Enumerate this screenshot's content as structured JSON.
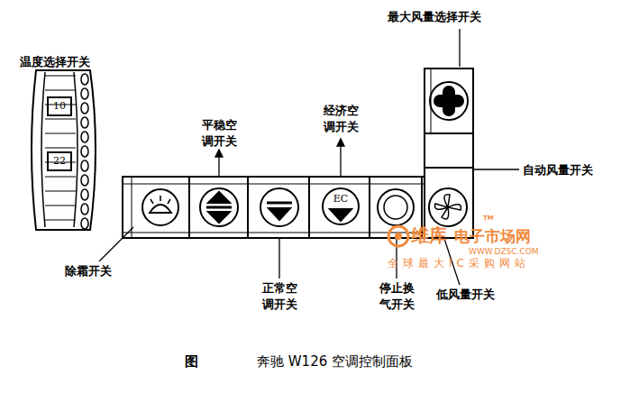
{
  "diagram": {
    "caption": "奔驰 W126 空调控制面板",
    "nodes": [
      {
        "text": [
          "EC"
        ]
      }
    ],
    "labels": [
      "温度选择开关",
      "10",
      "22",
      "最大风量选择开关",
      "平稳空调开关",
      "经济空调开关",
      "自动风量开关",
      "除霜开关",
      "正常空调开关",
      "停止换气开关",
      "低风量开关",
      "图",
      "TM",
      "维库",
      "电子市场网",
      "WWW.DZSC.COM",
      "全球最大IC采购网站"
    ]
  }
}
